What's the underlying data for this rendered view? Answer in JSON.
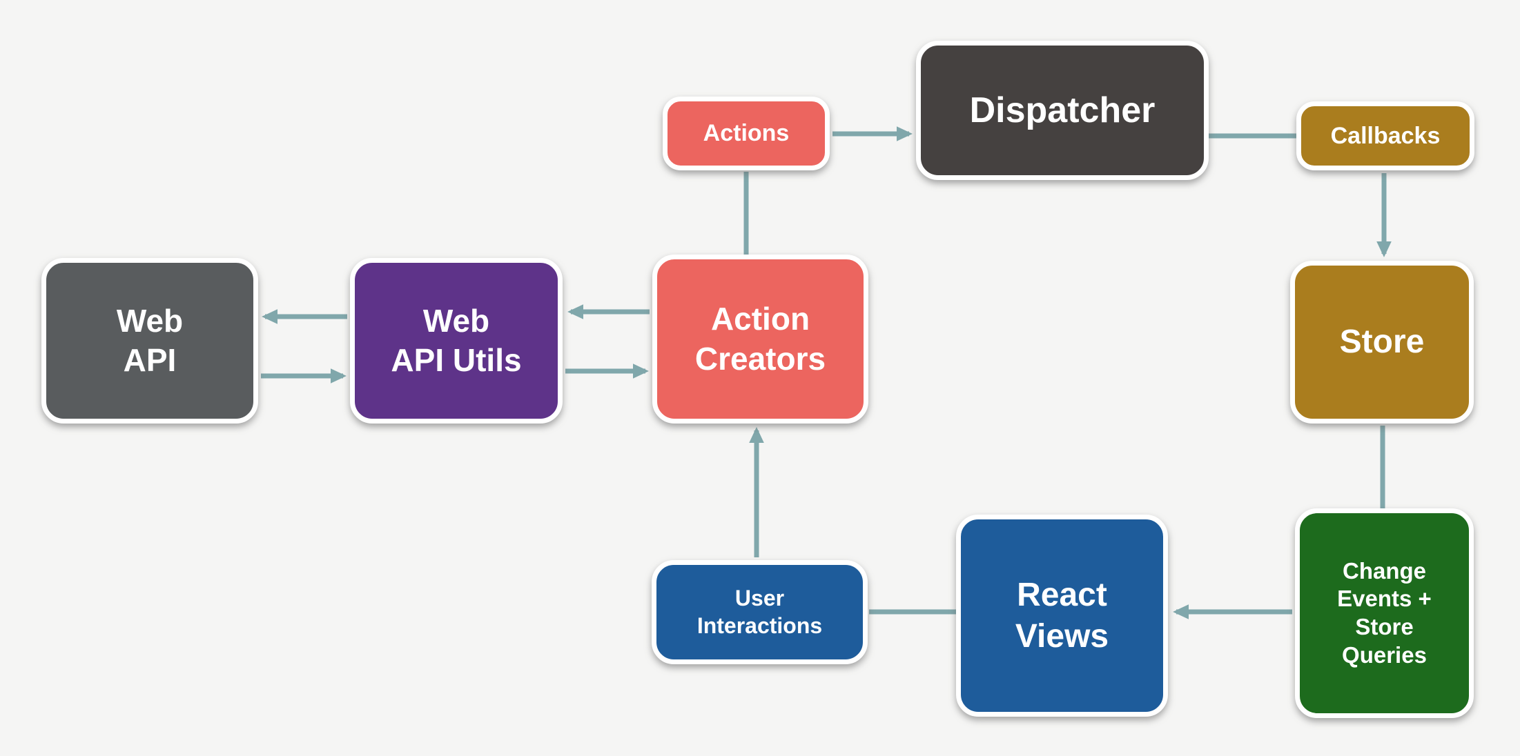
{
  "diagram": {
    "name": "Flux data flow architecture diagram",
    "colors": {
      "background": "#f5f5f4",
      "arrow": "#80a7ab",
      "node_border": "#ffffff",
      "text": "#ffffff",
      "coral": "#ec655f",
      "charcoal": "#454140",
      "gold": "#aa7d1e",
      "green": "#1d6b1d",
      "blue": "#1e5c9b",
      "purple": "#5e3389",
      "gray": "#595c5e"
    },
    "nodes": {
      "actions": {
        "label": "Actions",
        "color": "#ec655f"
      },
      "dispatcher": {
        "label": "Dispatcher",
        "color": "#454140"
      },
      "callbacks": {
        "label": "Callbacks",
        "color": "#aa7d1e"
      },
      "store": {
        "label": "Store",
        "color": "#aa7d1e"
      },
      "change_events": {
        "label": [
          "Change",
          "Events +",
          "Store",
          "Queries"
        ],
        "color": "#1d6b1d"
      },
      "react_views": {
        "label": [
          "React",
          "Views"
        ],
        "color": "#1e5c9b"
      },
      "user_interactions": {
        "label": [
          "User",
          "Interactions"
        ],
        "color": "#1e5c9b"
      },
      "action_creators": {
        "label": [
          "Action",
          "Creators"
        ],
        "color": "#ec655f"
      },
      "web_api_utils": {
        "label": [
          "Web",
          "API Utils"
        ],
        "color": "#5e3389"
      },
      "web_api": {
        "label": [
          "Web",
          "API"
        ],
        "color": "#595c5e"
      }
    },
    "edges": [
      {
        "from": "actions",
        "to": "dispatcher",
        "arrow": true
      },
      {
        "from": "dispatcher",
        "to": "callbacks",
        "arrow": false
      },
      {
        "from": "callbacks",
        "to": "store",
        "arrow": true
      },
      {
        "from": "store",
        "to": "change_events",
        "arrow": false
      },
      {
        "from": "change_events",
        "to": "react_views",
        "arrow": true
      },
      {
        "from": "react_views",
        "to": "user_interactions",
        "arrow": false
      },
      {
        "from": "user_interactions",
        "to": "action_creators",
        "arrow": true
      },
      {
        "from": "action_creators",
        "to": "actions",
        "arrow": false
      },
      {
        "from": "action_creators",
        "to": "web_api_utils",
        "arrow": true
      },
      {
        "from": "web_api_utils",
        "to": "web_api",
        "arrow": true
      },
      {
        "from": "web_api",
        "to": "web_api_utils",
        "arrow": true
      },
      {
        "from": "web_api_utils",
        "to": "action_creators",
        "arrow": true
      }
    ]
  }
}
